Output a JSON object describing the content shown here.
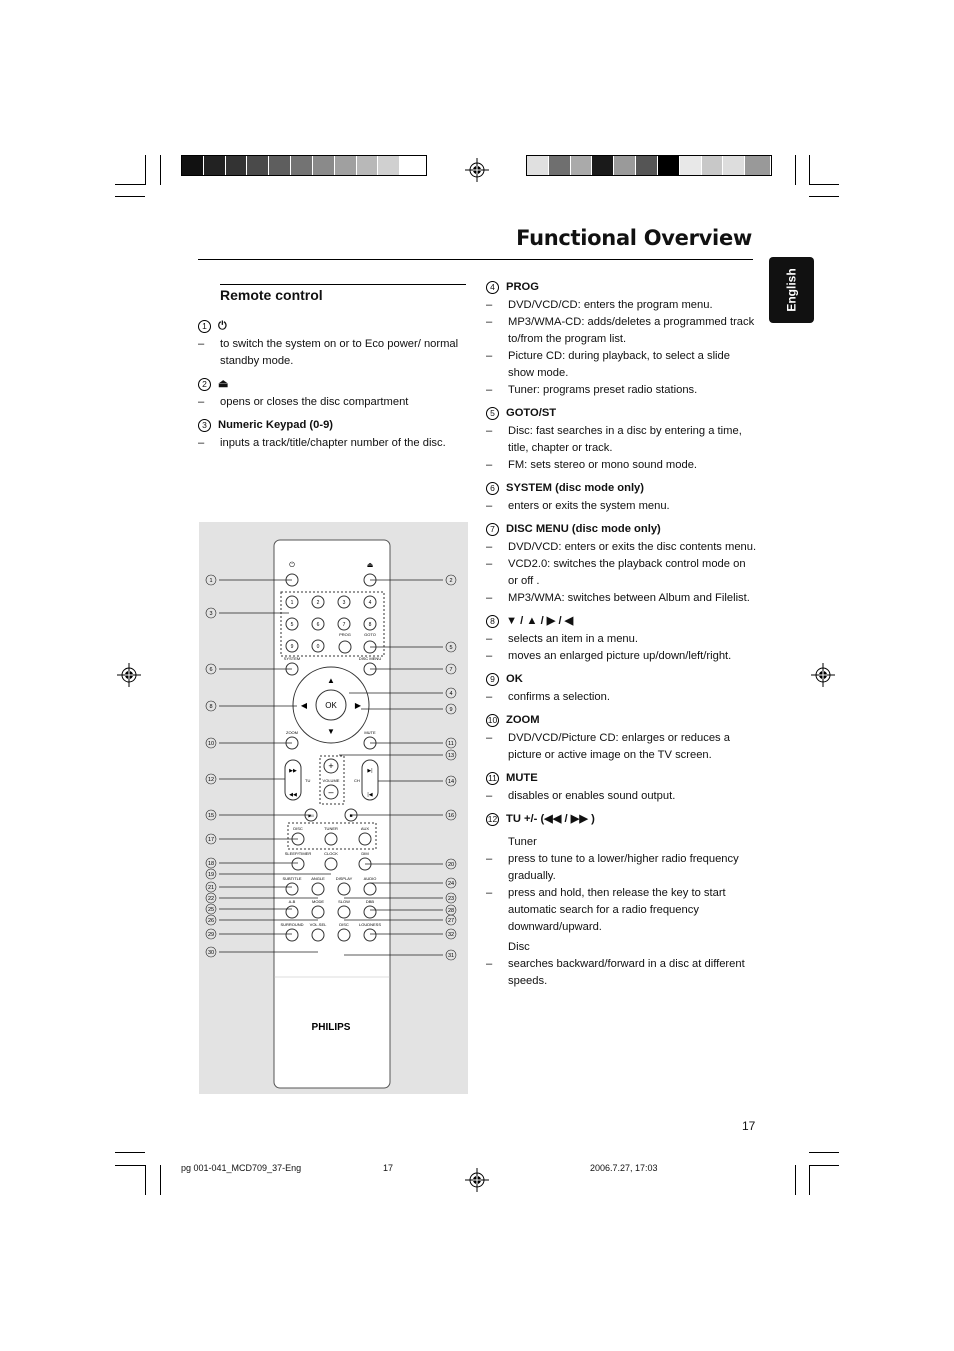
{
  "page": {
    "title": "Functional Overview",
    "language_tab": "English",
    "section_title": "Remote control",
    "page_number": "17"
  },
  "left_items": [
    {
      "num": "1",
      "label": "⏻",
      "lines": [
        "to switch the system on or to Eco power/ normal standby mode."
      ]
    },
    {
      "num": "2",
      "label": "⏏",
      "lines": [
        "opens or closes the disc compartment"
      ]
    },
    {
      "num": "3",
      "label": "Numeric Keypad (0-9)",
      "lines": [
        "inputs a track/title/chapter number of the disc."
      ]
    }
  ],
  "right_items": [
    {
      "num": "4",
      "label": "PROG",
      "lines": [
        "DVD/VCD/CD: enters the program menu.",
        "MP3/WMA-CD: adds/deletes a programmed track to/from the program list.",
        "Picture CD: during playback, to select a slide show mode.",
        "Tuner: programs preset radio stations."
      ]
    },
    {
      "num": "5",
      "label": "GOTO/ST",
      "lines": [
        "Disc: fast searches in a disc by entering a time, title, chapter or track.",
        "FM: sets stereo or mono sound mode."
      ]
    },
    {
      "num": "6",
      "label": "SYSTEM (disc mode only)",
      "lines": [
        "enters or exits the system menu."
      ]
    },
    {
      "num": "7",
      "label": "DISC MENU (disc mode only)",
      "lines": [
        "DVD/VCD: enters or exits the disc contents menu.",
        "VCD2.0: switches the playback control mode on or off .",
        "MP3/WMA: switches between Album and Filelist."
      ]
    },
    {
      "num": "8",
      "label": "▼ / ▲ / ▶ / ◀",
      "lines": [
        "selects an item in a menu.",
        "moves an enlarged picture up/down/left/right."
      ]
    },
    {
      "num": "9",
      "label": "OK",
      "lines": [
        "confirms a selection."
      ]
    },
    {
      "num": "10",
      "label": "ZOOM",
      "lines": [
        "DVD/VCD/Picture CD: enlarges or reduces a picture or active image on the TV screen."
      ]
    },
    {
      "num": "11",
      "label": "MUTE",
      "lines": [
        "disables or enables sound output."
      ]
    },
    {
      "num": "12",
      "label": "TU +/- (◀◀ / ▶▶ )",
      "lines": []
    }
  ],
  "tu_subsections": [
    {
      "heading": "Tuner",
      "lines": [
        "press to tune to a lower/higher radio frequency gradually.",
        "press and hold, then release the key to start automatic search for a radio frequency downward/upward."
      ]
    },
    {
      "heading": "Disc",
      "lines": [
        "searches backward/forward in a disc at different speeds."
      ]
    }
  ],
  "remote": {
    "brand": "PHILIPS",
    "keys": {
      "prog": "PROG",
      "goto": "GOTO",
      "system": "SYSTEM",
      "disc_menu": "DISC MENU",
      "ok": "OK",
      "zoom": "ZOOM",
      "mute": "MUTE",
      "tu": "TU",
      "ch": "CH",
      "volume": "VOLUME",
      "disc": "DISC",
      "tuner": "TUNER",
      "aux": "AUX",
      "sleep_timer": "SLEEP/TIMER",
      "clock": "CLOCK",
      "dim": "DIM",
      "subtitle": "SUBTITLE",
      "angle": "ANGLE",
      "display": "DISPLAY",
      "audio": "AUDIO",
      "ab": "A-B",
      "mode": "MODE",
      "slow": "SLOW",
      "dbb": "DBB",
      "surround": "SURROUND",
      "vol_sel": "VOL.SEL",
      "disc2": "DISC",
      "loudness": "LOUDNESS"
    },
    "digits": [
      "1",
      "2",
      "3",
      "4",
      "5",
      "6",
      "7",
      "8",
      "9",
      "0"
    ],
    "callouts": [
      "1",
      "2",
      "3",
      "4",
      "5",
      "6",
      "7",
      "8",
      "9",
      "10",
      "11",
      "12",
      "13",
      "14",
      "15",
      "16",
      "17",
      "18",
      "19",
      "20",
      "21",
      "22",
      "23",
      "24",
      "25",
      "26",
      "27",
      "28",
      "29",
      "30",
      "31",
      "32"
    ]
  },
  "footer": {
    "file": "pg 001-041_MCD709_37-Eng",
    "page": "17",
    "timestamp": "2006.7.27, 17:03"
  }
}
